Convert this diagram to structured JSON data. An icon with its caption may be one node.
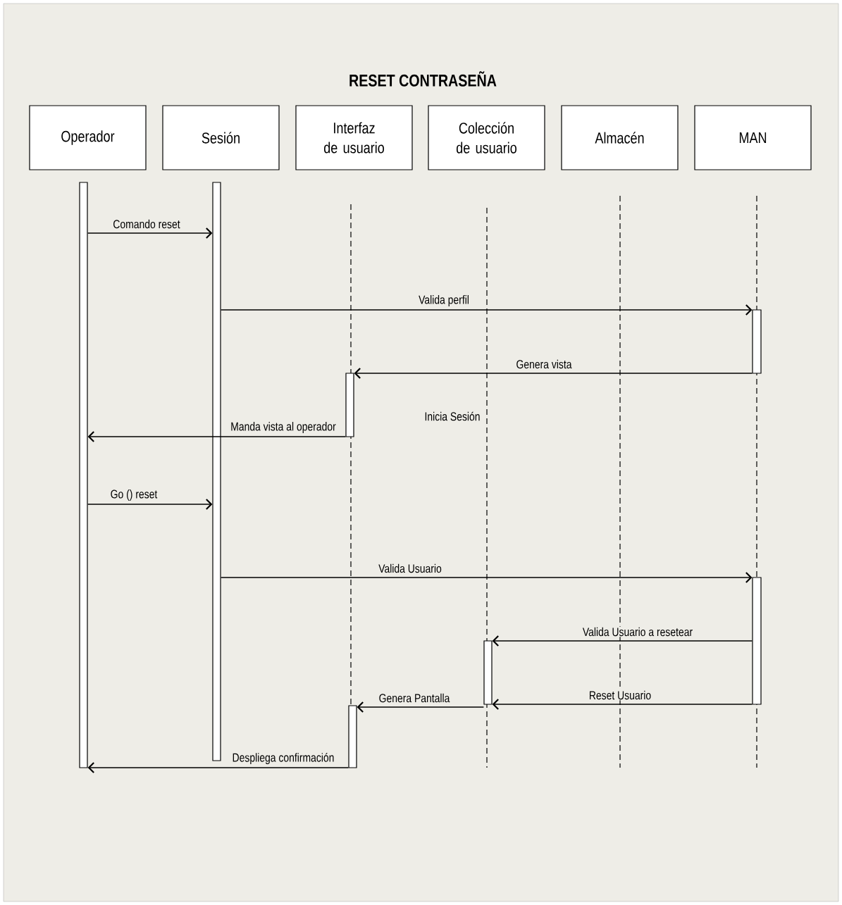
{
  "diagram": {
    "title": "RESET CONTRASEÑA",
    "nodes": [
      {
        "text": [
          "Operador"
        ]
      },
      {
        "text": [
          "Sesión"
        ]
      },
      {
        "text": [
          "Interfaz de usuario"
        ]
      },
      {
        "text": [
          "Colección de usuario"
        ]
      },
      {
        "text": [
          "Almacén"
        ]
      },
      {
        "text": [
          "MAN"
        ]
      },
      {
        "text": [],
        "shape": "bar"
      },
      {
        "text": [],
        "shape": "bar"
      },
      {
        "text": [],
        "shape": "bar"
      },
      {
        "text": [],
        "shape": "bar"
      },
      {
        "text": [],
        "shape": "bar"
      },
      {
        "text": [],
        "shape": "bar"
      },
      {
        "text": [],
        "shape": "bar"
      }
    ],
    "edges": [
      {
        "from": 6,
        "to": 7,
        "arrow": "to",
        "label": "Comando reset"
      },
      {
        "from": 7,
        "to": 8,
        "arrow": "to",
        "label": "Valida perfil"
      },
      {
        "from": 8,
        "to": 9,
        "arrow": "to",
        "label": "Genera vista"
      },
      {
        "from": 9,
        "to": 6,
        "arrow": "to",
        "label": "Manda vista al operador"
      },
      {
        "from": 6,
        "to": 7,
        "arrow": "to",
        "label": "Go () reset"
      },
      {
        "from": 7,
        "to": 10,
        "arrow": "to",
        "label": "Valida Usuario"
      },
      {
        "from": 10,
        "to": 11,
        "arrow": "to",
        "label": "Valida Usuario a resetear"
      },
      {
        "from": 10,
        "to": 11,
        "arrow": "to",
        "label": "Reset Usuario"
      },
      {
        "from": 11,
        "to": 12,
        "arrow": "to",
        "label": "Genera Pantalla"
      },
      {
        "from": 12,
        "to": 6,
        "arrow": "to",
        "label": "Despliega confirmación"
      }
    ],
    "labels": [
      "Inicia Sesión"
    ]
  }
}
